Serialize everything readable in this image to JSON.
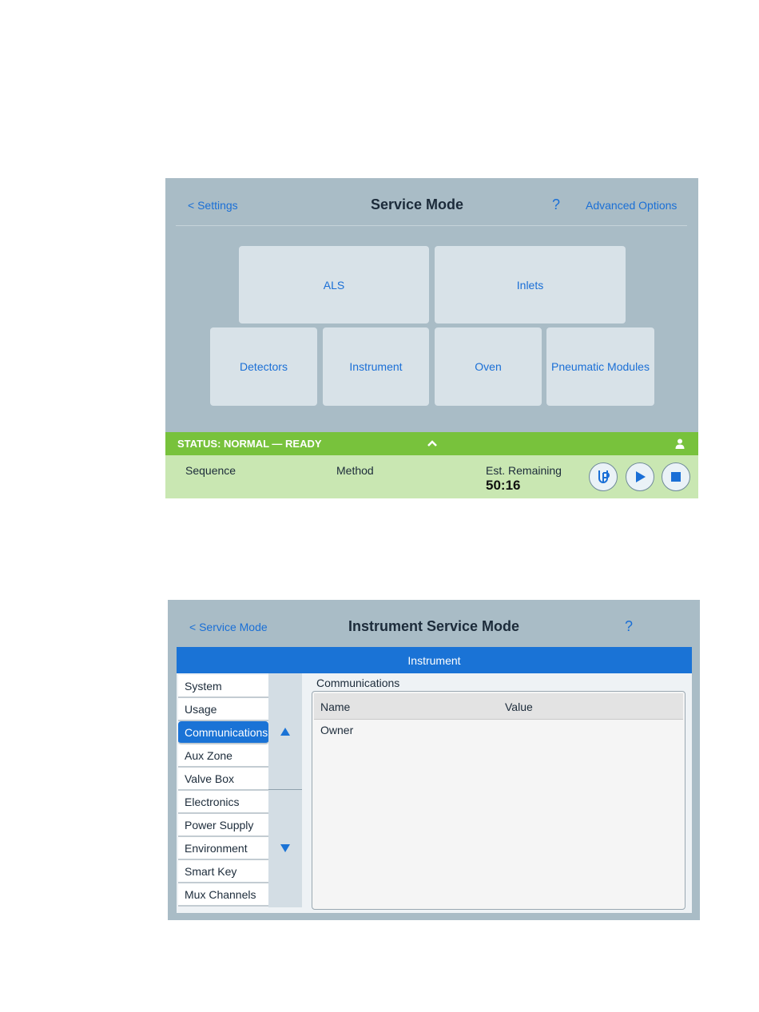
{
  "service_mode": {
    "back_label": "< Settings",
    "title": "Service Mode",
    "help_label": "?",
    "advanced_label": "Advanced Options",
    "tiles": {
      "als": "ALS",
      "inlets": "Inlets",
      "detectors": "Detectors",
      "instrument": "Instrument",
      "oven": "Oven",
      "pneumatic": "Pneumatic Modules"
    },
    "status": {
      "text": "STATUS: NORMAL — READY",
      "expand_glyph": "^"
    },
    "info": {
      "sequence_label": "Sequence",
      "method_label": "Method",
      "est_label": "Est. Remaining",
      "est_value": "50:16"
    },
    "controls": [
      "prep-run",
      "start",
      "stop"
    ],
    "colors": {
      "panel_bg": "#a9bcc6",
      "tile_bg": "#d8e2e8",
      "status_green": "#78c23c",
      "info_green": "#c9e7b2",
      "link_blue": "#1a6fd6"
    }
  },
  "instrument_service_mode": {
    "back_label": "< Service Mode",
    "title": "Instrument Service Mode",
    "help_label": "?",
    "section_bar": "Instrument",
    "nav_items": [
      "System",
      "Usage",
      "Communications",
      "Aux Zone",
      "Valve Box",
      "Electronics",
      "Power Supply",
      "Environment",
      "Smart Key",
      "Mux Channels"
    ],
    "selected_nav": "Communications",
    "content_title": "Communications",
    "table": {
      "columns": [
        "Name",
        "Value"
      ],
      "rows": [
        [
          "Owner",
          ""
        ]
      ]
    },
    "colors": {
      "section_bar": "#1a73d6",
      "selected_item": "#1a73d6"
    }
  }
}
